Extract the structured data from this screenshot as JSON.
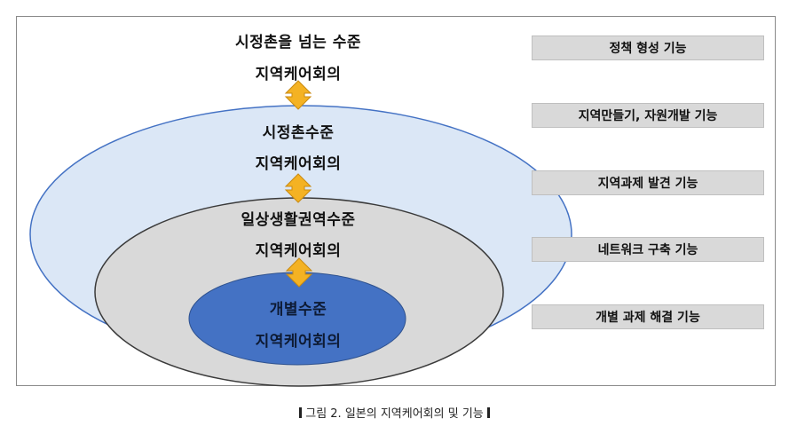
{
  "levels": [
    {
      "line1": "시정촌을 넘는 수준",
      "line2": "지역케어회의"
    },
    {
      "line1": "시정촌수준",
      "line2": "지역케어회의"
    },
    {
      "line1": "일상생활권역수준",
      "line2": "지역케어회의"
    },
    {
      "line1": "개별수준",
      "line2": "지역케어회의"
    }
  ],
  "functions": [
    "정책 형성 기능",
    "지역만들기, 자원개발 기능",
    "지역과제 발견 기능",
    "네트워크 구축 기능",
    "개별 과제 해결 기능"
  ],
  "caption": "그림 2. 일본의 지역케어회의 및 기능",
  "colors": {
    "outer_ellipse_fill": "#dbe7f6",
    "outer_ellipse_stroke": "#4472c4",
    "middle_ellipse_fill": "#d9d9d9",
    "inner_ellipse_fill": "#4472c4",
    "arrow_fill": "#f4b223",
    "function_box_fill": "#d9d9d9"
  }
}
